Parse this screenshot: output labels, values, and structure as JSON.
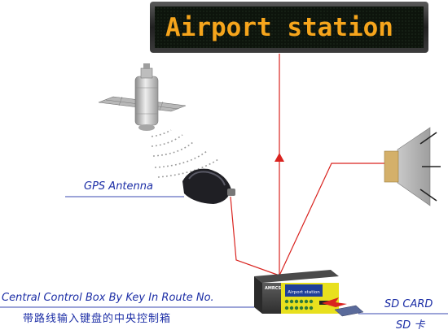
{
  "sign": {
    "text": "Airport station",
    "color": "#f6a51c"
  },
  "controller": {
    "screen_text": "Airport station",
    "brand": "AMRCS"
  },
  "labels": {
    "gps_antenna": "GPS Antenna",
    "control_box_en": "Central Control Box By Key In Route No.",
    "control_box_cn": "带路线输入键盘的中央控制箱",
    "sd_card_en": "SD CARD",
    "sd_card_cn": "SD 卡"
  },
  "colors": {
    "wire": "#d9231f",
    "label": "#1c2ea6",
    "underline": "#3a4ab0"
  },
  "icons": [
    "satellite-icon",
    "signal-waves-icon",
    "gps-antenna-icon",
    "speaker-icon",
    "sd-card-icon",
    "arrow-up-icon"
  ]
}
